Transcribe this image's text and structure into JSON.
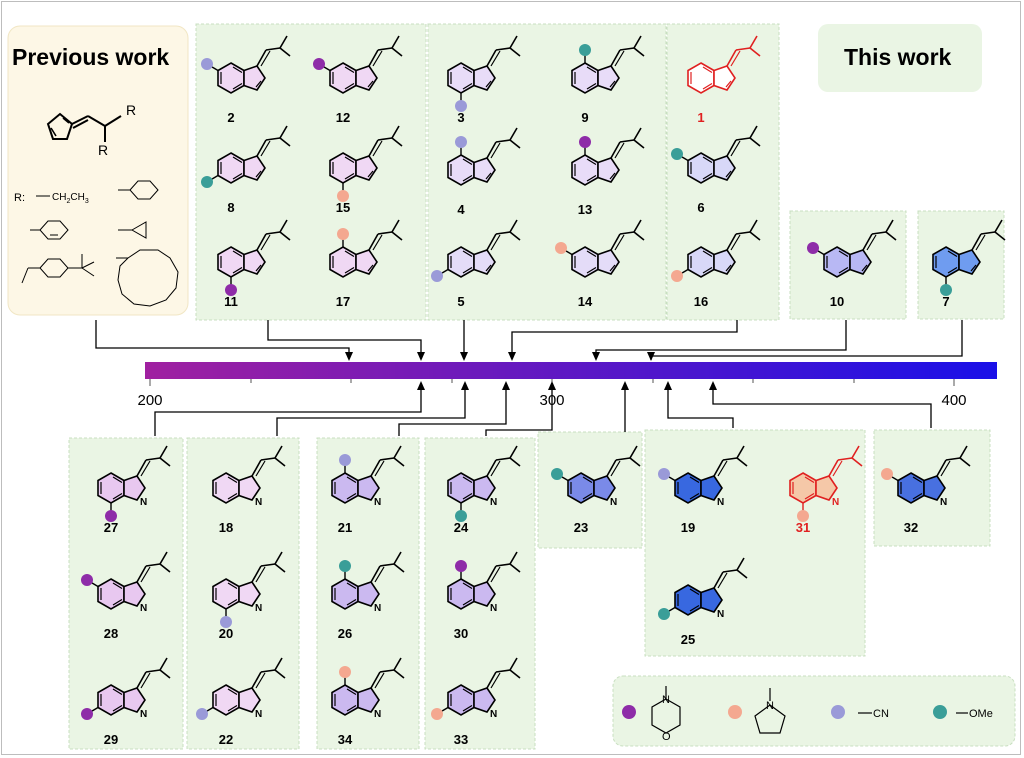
{
  "header": {
    "previous_work": "Previous work",
    "this_work": "This work"
  },
  "previous_work": {
    "r_prefix": "R:",
    "substituent_label": "CH",
    "substituent_sub1": "2",
    "substituent_sub2": "3",
    "generic_r": "R"
  },
  "axis": {
    "ticks": [
      "200",
      "300",
      "400"
    ],
    "gradient": [
      "#a020a0",
      "#1a10e8"
    ]
  },
  "legend": {
    "items": [
      {
        "id": "morpholine",
        "color": "#8e2ca8"
      },
      {
        "id": "pyrrolidine",
        "color": "#f4a890"
      },
      {
        "id": "cyano",
        "color": "#9a9ad8",
        "text": "CN"
      },
      {
        "id": "methoxy",
        "color": "#3a9e98",
        "text": "OMe"
      }
    ]
  },
  "compounds": [
    {
      "label": "1",
      "color": "#e02020",
      "fill": "#ffffff",
      "stroke": "#e02020"
    },
    {
      "label": "2",
      "color": "#000000",
      "fill": "#f0d8f4"
    },
    {
      "label": "3",
      "color": "#000000",
      "fill": "#e8dcf8"
    },
    {
      "label": "4",
      "color": "#000000",
      "fill": "#e8dcf8"
    },
    {
      "label": "5",
      "color": "#000000",
      "fill": "#e4dcf8"
    },
    {
      "label": "6",
      "color": "#000000",
      "fill": "#d8d8f8"
    },
    {
      "label": "7",
      "color": "#000000",
      "fill": "#6f9cf0"
    },
    {
      "label": "8",
      "color": "#000000",
      "fill": "#f0d8f4"
    },
    {
      "label": "9",
      "color": "#000000",
      "fill": "#e8dcf8"
    },
    {
      "label": "10",
      "color": "#000000",
      "fill": "#b8b8f4"
    },
    {
      "label": "11",
      "color": "#000000",
      "fill": "#f0d8f4"
    },
    {
      "label": "12",
      "color": "#000000",
      "fill": "#f0d8f4"
    },
    {
      "label": "13",
      "color": "#000000",
      "fill": "#e8dcf8"
    },
    {
      "label": "14",
      "color": "#000000",
      "fill": "#e4dcf8"
    },
    {
      "label": "15",
      "color": "#000000",
      "fill": "#f0d8f4"
    },
    {
      "label": "16",
      "color": "#000000",
      "fill": "#d8d8f8"
    },
    {
      "label": "17",
      "color": "#000000",
      "fill": "#f0d8f4"
    },
    {
      "label": "18",
      "color": "#000000",
      "fill": "#f0d8f4"
    },
    {
      "label": "19",
      "color": "#000000",
      "fill": "#3868e0"
    },
    {
      "label": "20",
      "color": "#000000",
      "fill": "#f0d8f4"
    },
    {
      "label": "21",
      "color": "#000000",
      "fill": "#cbb9f0"
    },
    {
      "label": "22",
      "color": "#000000",
      "fill": "#f0d8f4"
    },
    {
      "label": "23",
      "color": "#000000",
      "fill": "#7a8ae8"
    },
    {
      "label": "24",
      "color": "#000000",
      "fill": "#cbb9f0"
    },
    {
      "label": "25",
      "color": "#000000",
      "fill": "#3868e0"
    },
    {
      "label": "26",
      "color": "#000000",
      "fill": "#cbb9f0"
    },
    {
      "label": "27",
      "color": "#000000",
      "fill": "#e8c8f0"
    },
    {
      "label": "28",
      "color": "#000000",
      "fill": "#e8c8f0"
    },
    {
      "label": "29",
      "color": "#000000",
      "fill": "#e8c8f0"
    },
    {
      "label": "30",
      "color": "#000000",
      "fill": "#cbb9f0"
    },
    {
      "label": "31",
      "color": "#e02020",
      "fill": "#f5c8a8",
      "stroke": "#e02020"
    },
    {
      "label": "32",
      "color": "#000000",
      "fill": "#4870e0"
    },
    {
      "label": "33",
      "color": "#000000",
      "fill": "#cbb9f0"
    },
    {
      "label": "34",
      "color": "#000000",
      "fill": "#cbb9f0"
    }
  ]
}
